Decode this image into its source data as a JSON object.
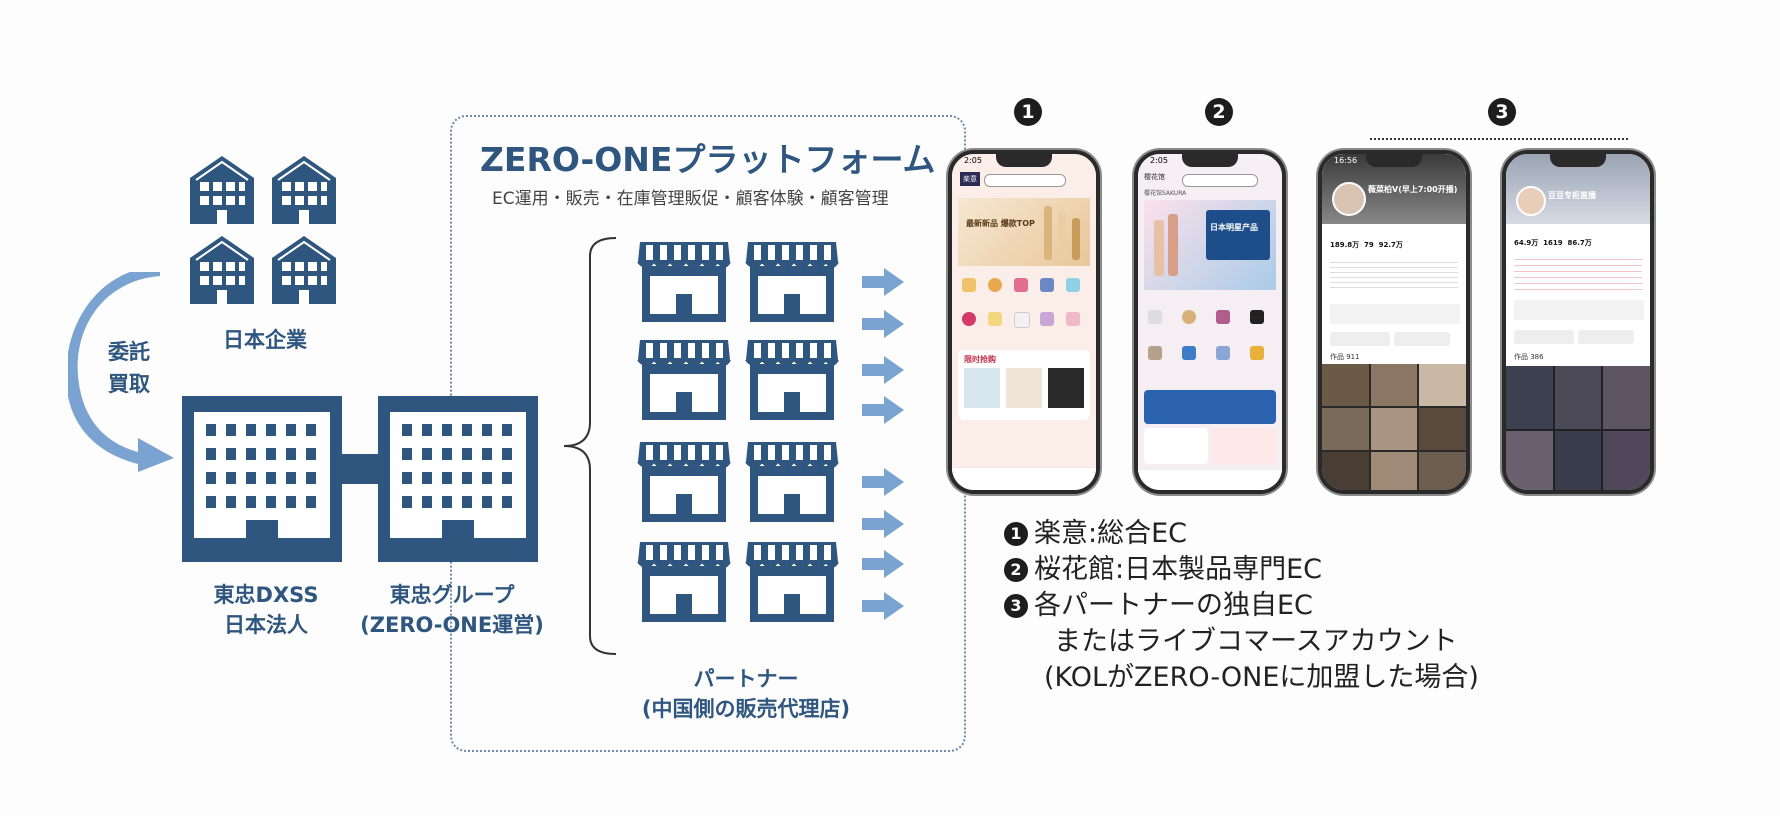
{
  "platform": {
    "title": "ZERO-ONEプラットフォーム",
    "subtitle": "EC運用・販売・在庫管理販促・顧客体験・顧客管理"
  },
  "japan_companies": {
    "label": "日本企業"
  },
  "arrow_label": {
    "line1": "委託",
    "line2": "買取"
  },
  "dxss": {
    "line1": "東忠DXSS",
    "line2": "日本法人"
  },
  "group": {
    "line1": "東忠グループ",
    "line2": "(ZERO-ONE運営)"
  },
  "partners": {
    "line1": "パートナー",
    "line2": "(中国側の販売代理店)"
  },
  "badges": [
    "1",
    "2",
    "3"
  ],
  "phones": {
    "p1": {
      "time": "2:05",
      "app": "楽意",
      "banner": "最新新品 爆款TOP",
      "section": "限时抢购"
    },
    "p2": {
      "time": "2:05",
      "app": "樱花馆",
      "brand": "樱花馆SAKURA",
      "banner": "日本明星产品"
    },
    "p3": {
      "time": "16:56",
      "name": "薇菜柏Ⅴ(早上7:00开播)",
      "stat1": "189.8万",
      "stat2": "79",
      "stat3": "92.7万",
      "works": "作品 911"
    },
    "p4": {
      "time": "",
      "name": "豆豆专柜直播",
      "stat1": "64.9万",
      "stat2": "1619",
      "stat3": "86.7万",
      "works": "作品 386"
    }
  },
  "legend": [
    {
      "num": "1",
      "text": "楽意:総合EC"
    },
    {
      "num": "2",
      "text": "桜花館:日本製品専門EC"
    },
    {
      "num": "3",
      "text": "各パートナーの独自EC"
    },
    {
      "num": "",
      "text": "またはライブコマースアカウント"
    },
    {
      "num": "",
      "text": "(KOLがZERO-ONEに加盟した場合)"
    }
  ],
  "colors": {
    "navy": "#2e567f",
    "building": "#2e567f",
    "arrow": "#7aa3d1"
  }
}
